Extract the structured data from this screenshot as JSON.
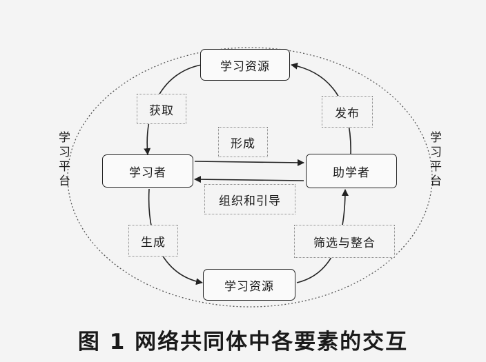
{
  "nodes": {
    "resource_top": "学习资源",
    "learner": "学习者",
    "helper": "助学者",
    "resource_bottom": "学习资源"
  },
  "edges": {
    "acquire": "获取",
    "publish": "发布",
    "form": "形成",
    "organize_guide": "组织和引导",
    "generate": "生成",
    "filter_integrate": "筛选与整合"
  },
  "platform": {
    "left": "学习平台",
    "right": "学习平台"
  },
  "caption": "图 1   网络共同体中各要素的交互"
}
